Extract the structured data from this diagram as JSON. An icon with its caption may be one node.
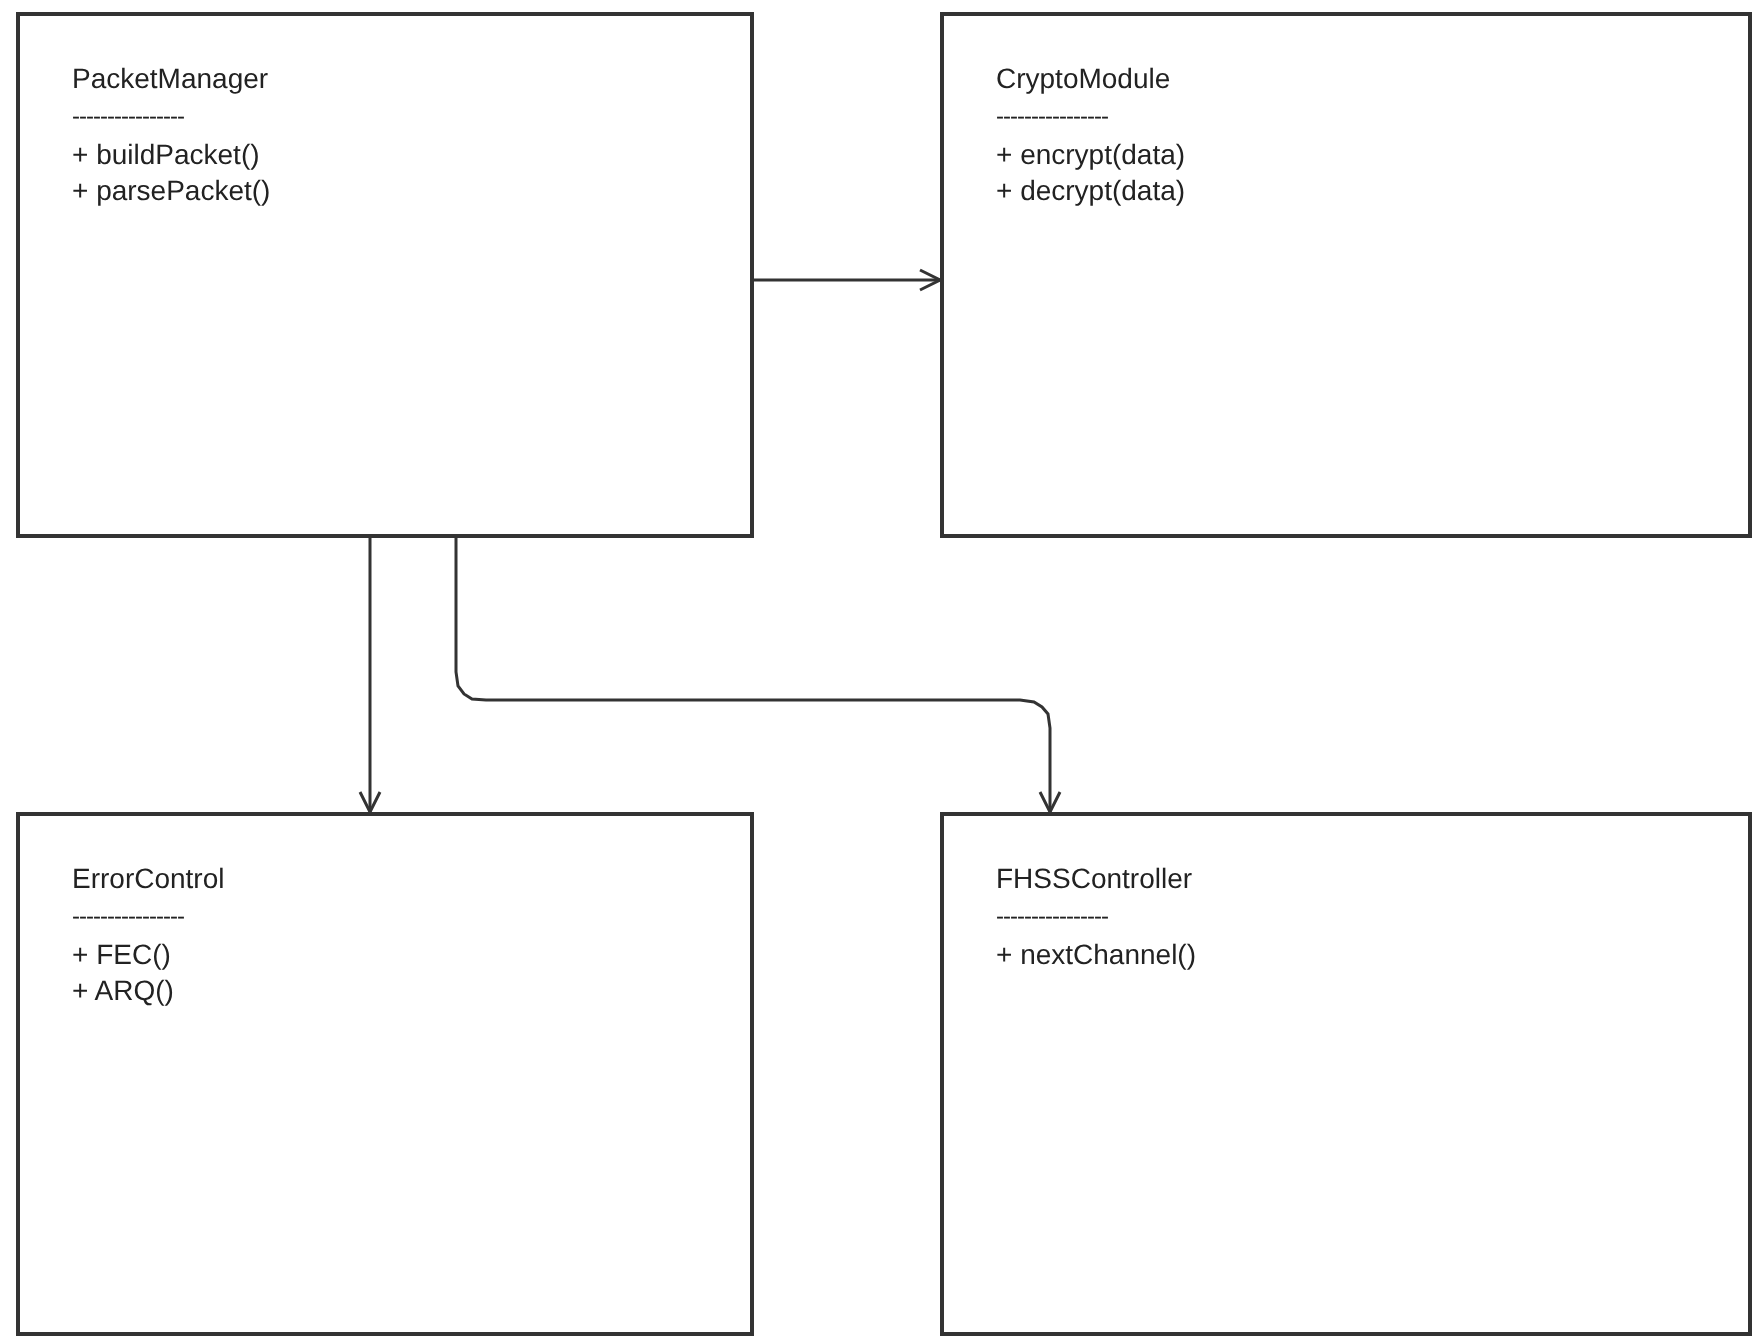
{
  "diagram": {
    "nodes": [
      {
        "text": [
          "PacketManager",
          "----------------",
          "+ buildPacket()",
          "+ parsePacket()"
        ]
      },
      {
        "text": [
          "CryptoModule",
          "----------------",
          "+ encrypt(data)",
          "+ decrypt(data)"
        ]
      },
      {
        "text": [
          "ErrorControl",
          "----------------",
          "+ FEC()",
          "+ ARQ()"
        ]
      },
      {
        "text": [
          "FHSSController",
          "----------------",
          "+ nextChannel()"
        ]
      }
    ],
    "edges": [
      {
        "from": 0,
        "to": 1,
        "arrow": "to"
      },
      {
        "from": 0,
        "to": 2,
        "arrow": "to"
      },
      {
        "from": 0,
        "to": 3,
        "arrow": "to"
      }
    ]
  }
}
